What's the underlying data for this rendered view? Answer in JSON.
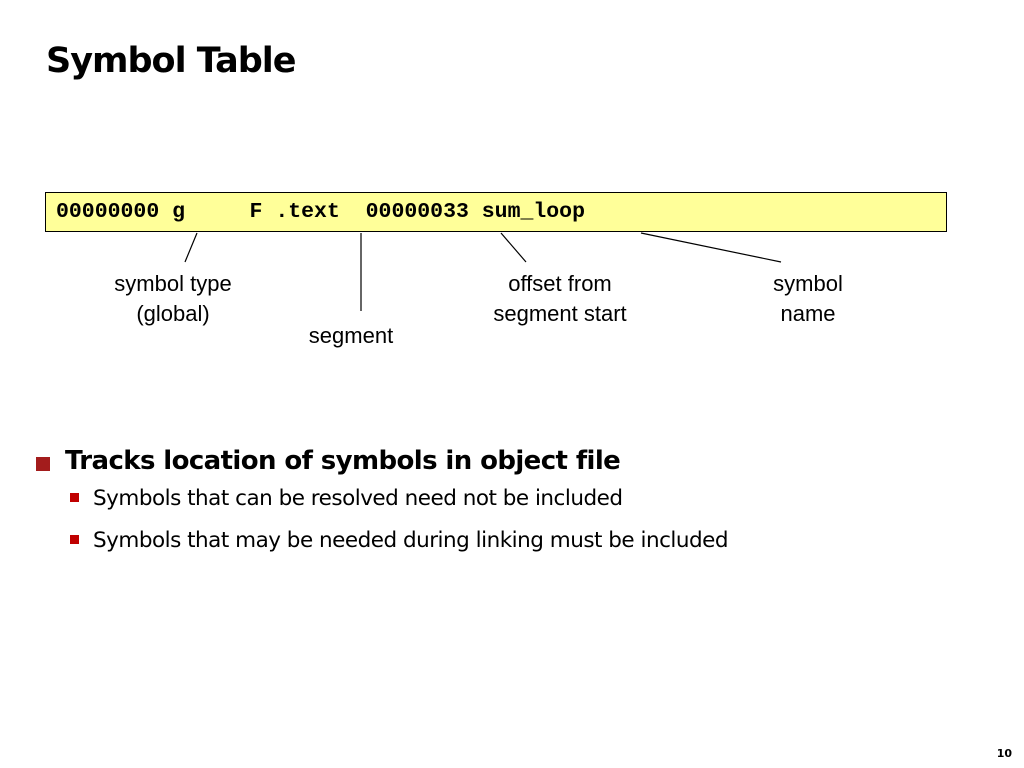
{
  "slide": {
    "title": "Symbol Table",
    "page_number": "10"
  },
  "code_line": "00000000 g     F .text  00000033 sum_loop",
  "callouts": {
    "symbol_type": [
      "symbol type",
      "(global)"
    ],
    "segment": [
      "segment"
    ],
    "offset": [
      "offset from",
      "segment start"
    ],
    "symbol_name": [
      "symbol",
      "name"
    ]
  },
  "bullets": [
    {
      "text": "Tracks location of symbols in object file",
      "children": [
        {
          "text": "Symbols that can be resolved need not be included"
        },
        {
          "text": "Symbols that may be needed during linking must be included"
        }
      ]
    }
  ],
  "colors": {
    "code_background": "#ffff99",
    "bullet_marker": "#a31c1c",
    "sub_bullet_marker": "#c00000"
  }
}
